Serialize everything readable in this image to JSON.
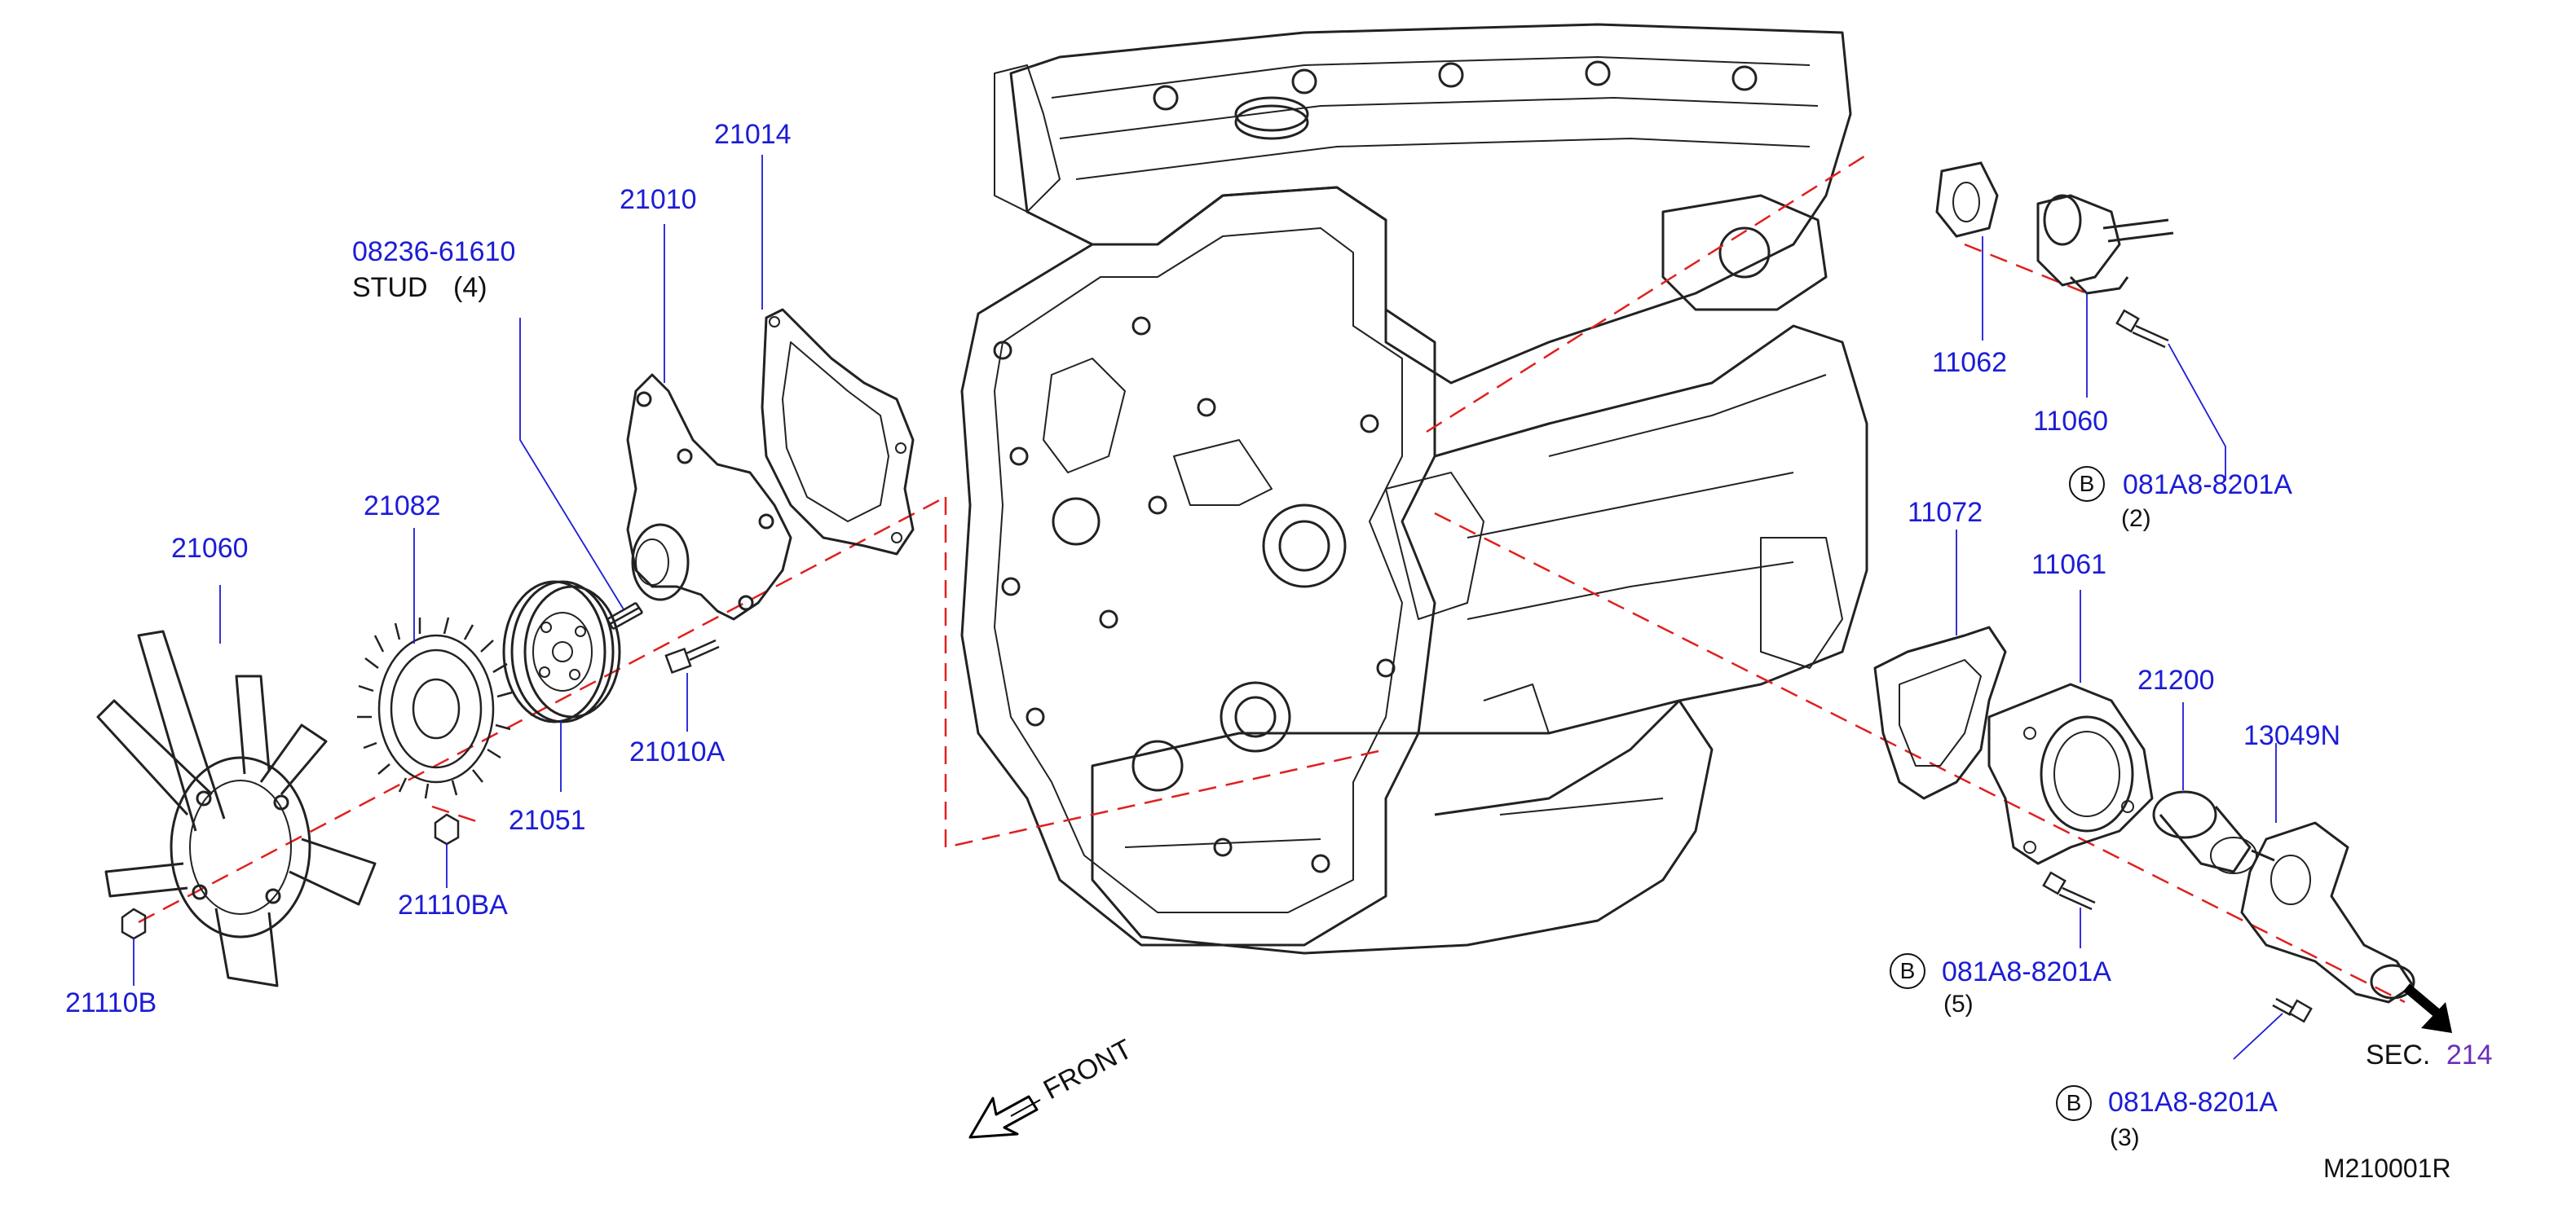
{
  "colors": {
    "part_number": "#1c1cd6",
    "text": "#111111",
    "leader": "#1c1cd6",
    "centerline": "#e02020",
    "drawing": "#222222",
    "sec_link": "#6a2fb8"
  },
  "labels": {
    "p21014": "21014",
    "p21010": "21010",
    "p08236": "08236-61610",
    "stud": "STUD",
    "stud_qty": "(4)",
    "p21082": "21082",
    "p21060": "21060",
    "p21010a": "21010A",
    "p21051": "21051",
    "p21110ba": "21110BA",
    "p21110b": "21110B",
    "p11062": "11062",
    "p11060": "11060",
    "b1": "B",
    "p081a8_1": "081A8-8201A",
    "qty_2": "(2)",
    "p11072": "11072",
    "p11061": "11061",
    "p21200": "21200",
    "p13049n": "13049N",
    "b2": "B",
    "p081a8_2": "081A8-8201A",
    "qty_5": "(5)",
    "b3": "B",
    "p081a8_3": "081A8-8201A",
    "qty_3": "(3)",
    "sec_prefix": "SEC.",
    "sec_num": "214",
    "front": "FRONT",
    "diagram_id": "M210001R"
  }
}
